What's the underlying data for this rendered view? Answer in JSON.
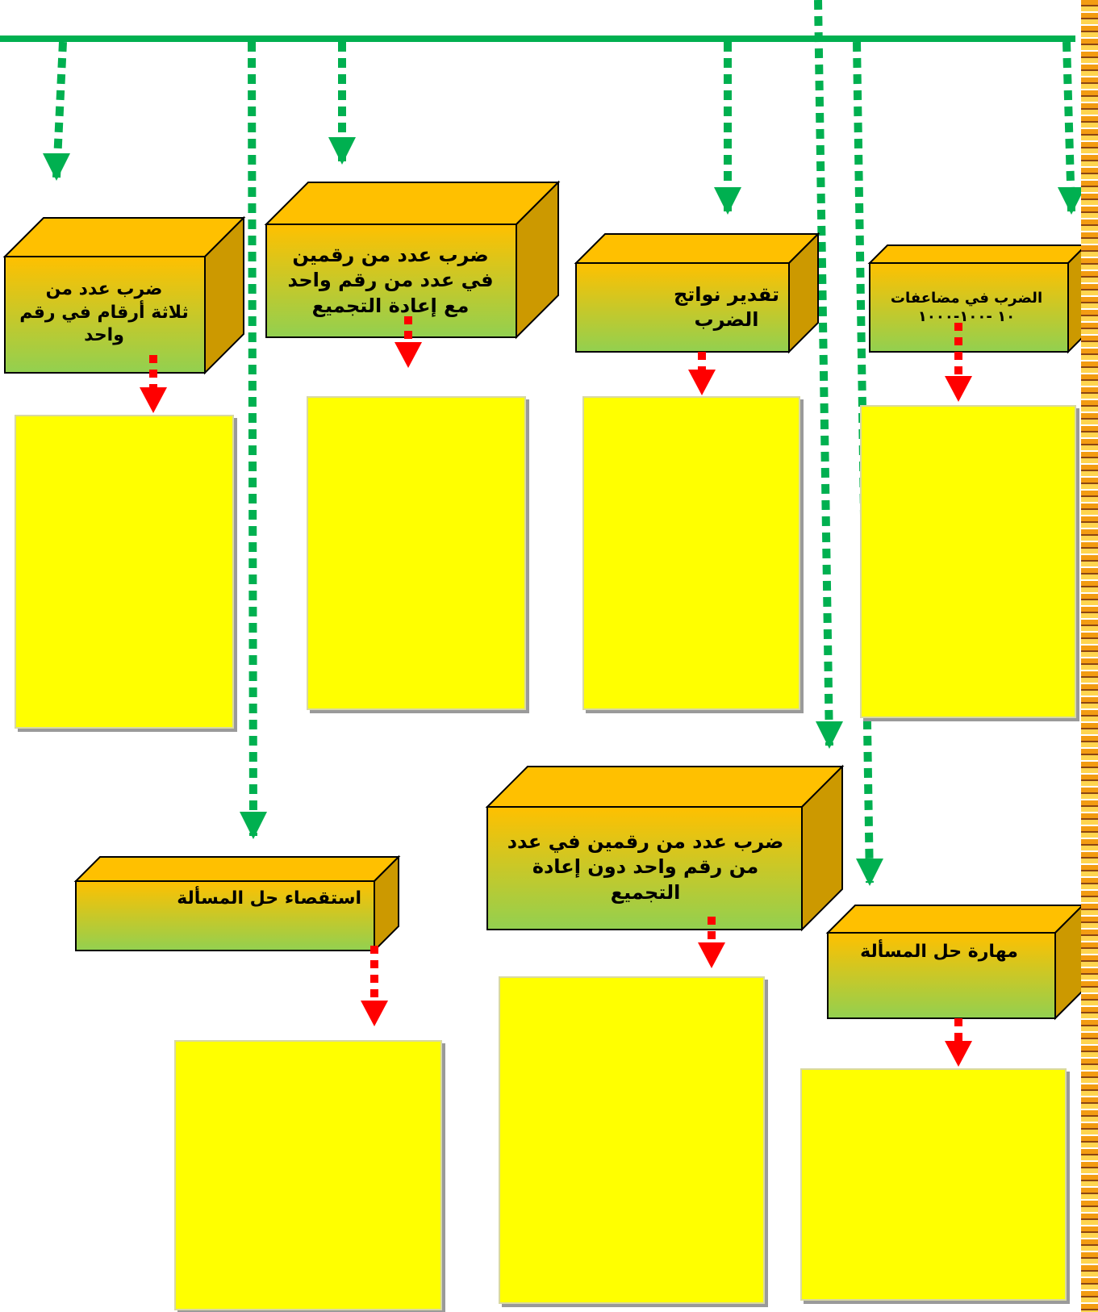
{
  "colors": {
    "connector": "#00b050",
    "arrow_red": "#ff0000",
    "box_top": "#ffc000",
    "box_bottom": "#92d050",
    "box_side": "#cc9900",
    "note_fill": "#ffff00"
  },
  "boxes": [
    {
      "id": "box-multiples",
      "label": "الضرب في مضاعفات\n١٠ -١٠٠-١٠٠٠"
    },
    {
      "id": "box-estimate",
      "label": "تقدير نواتج\nالضرب"
    },
    {
      "id": "box-regroup",
      "label": "ضرب عدد من رقمين\nفي عدد من رقم واحد\nمع إعادة التجميع"
    },
    {
      "id": "box-three-digit",
      "label": "ضرب عدد من\nثلاثة أرقام في رقم\nواحد"
    },
    {
      "id": "box-no-regroup",
      "label": "ضرب عدد من رقمين في عدد\nمن رقم واحد دون إعادة\nالتجميع"
    },
    {
      "id": "box-investigate",
      "label": "استقصاء حل المسألة"
    },
    {
      "id": "box-skill",
      "label": "مهارة حل المسألة"
    }
  ]
}
